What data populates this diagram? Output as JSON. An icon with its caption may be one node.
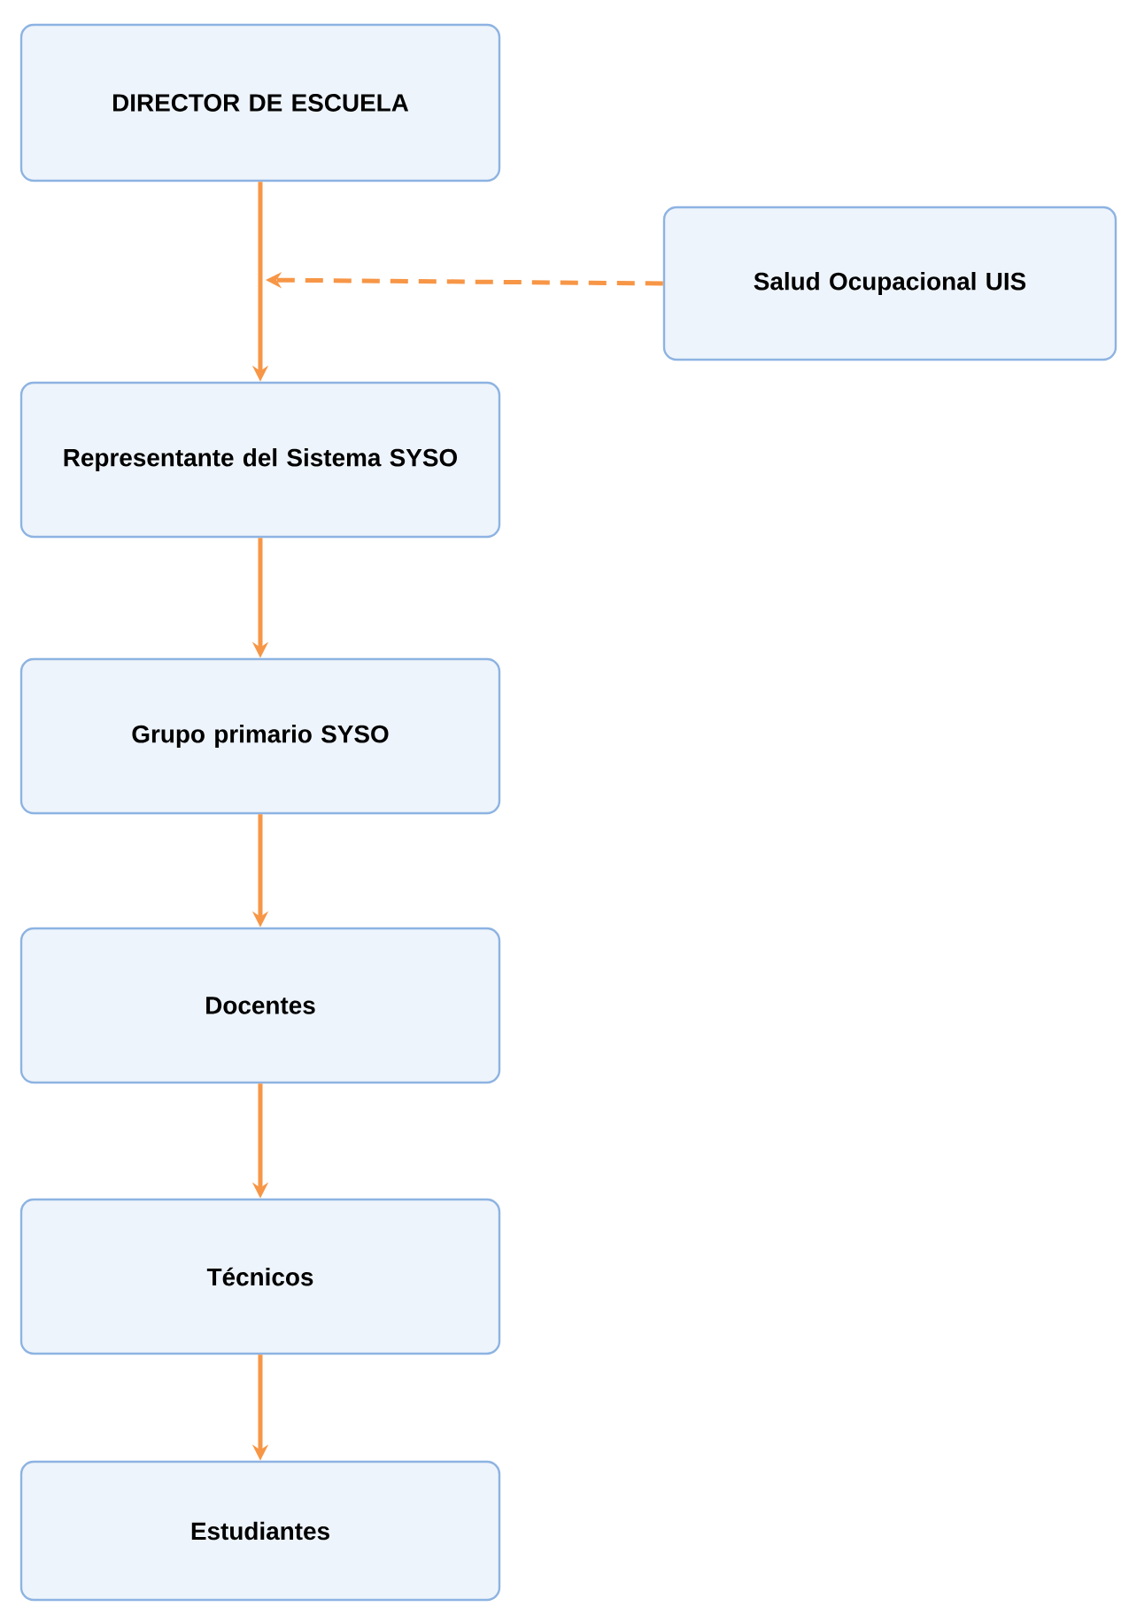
{
  "diagram": {
    "nodes": [
      {
        "text": [
          "DIRECTOR DE ESCUELA"
        ]
      },
      {
        "text": [
          "Salud Ocupacional UIS"
        ]
      },
      {
        "text": [
          "Representante del Sistema SYSO"
        ]
      },
      {
        "text": [
          "Grupo primario SYSO"
        ]
      },
      {
        "text": [
          "Docentes"
        ]
      },
      {
        "text": [
          "Técnicos"
        ]
      },
      {
        "text": [
          "Estudiantes"
        ]
      }
    ],
    "edges": [
      {
        "from": 0,
        "to": 2,
        "arrow": "to"
      },
      {
        "from": 1,
        "to": null,
        "arrow": "to",
        "style": "dashed"
      },
      {
        "from": 2,
        "to": 3,
        "arrow": "to"
      },
      {
        "from": 3,
        "to": 4,
        "arrow": "to"
      },
      {
        "from": 4,
        "to": 5,
        "arrow": "to"
      },
      {
        "from": 5,
        "to": 6,
        "arrow": "to"
      }
    ]
  }
}
